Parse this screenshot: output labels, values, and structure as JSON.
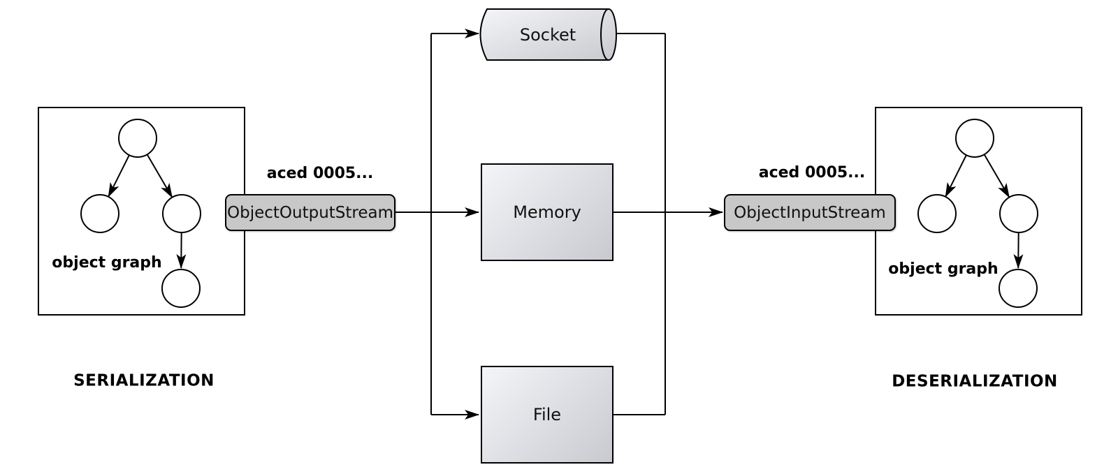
{
  "diagram": {
    "left_panel": {
      "title": "SERIALIZATION",
      "graph_label": "object graph"
    },
    "right_panel": {
      "title": "DESERIALIZATION",
      "graph_label": "object graph"
    },
    "output_stream": {
      "label": "ObjectOutputStream",
      "byte_preview": "aced 0005..."
    },
    "input_stream": {
      "label": "ObjectInputStream",
      "byte_preview": "aced 0005..."
    },
    "targets": {
      "socket": "Socket",
      "memory": "Memory",
      "file": "File"
    },
    "colors": {
      "background": "#ffffff",
      "stroke": "#000000",
      "stream_box_fill": "#c8c8c8",
      "store_gradient_light": "#f4f5f8",
      "store_gradient_dark": "#c9cacf",
      "node_fill": "#ffffff"
    }
  }
}
